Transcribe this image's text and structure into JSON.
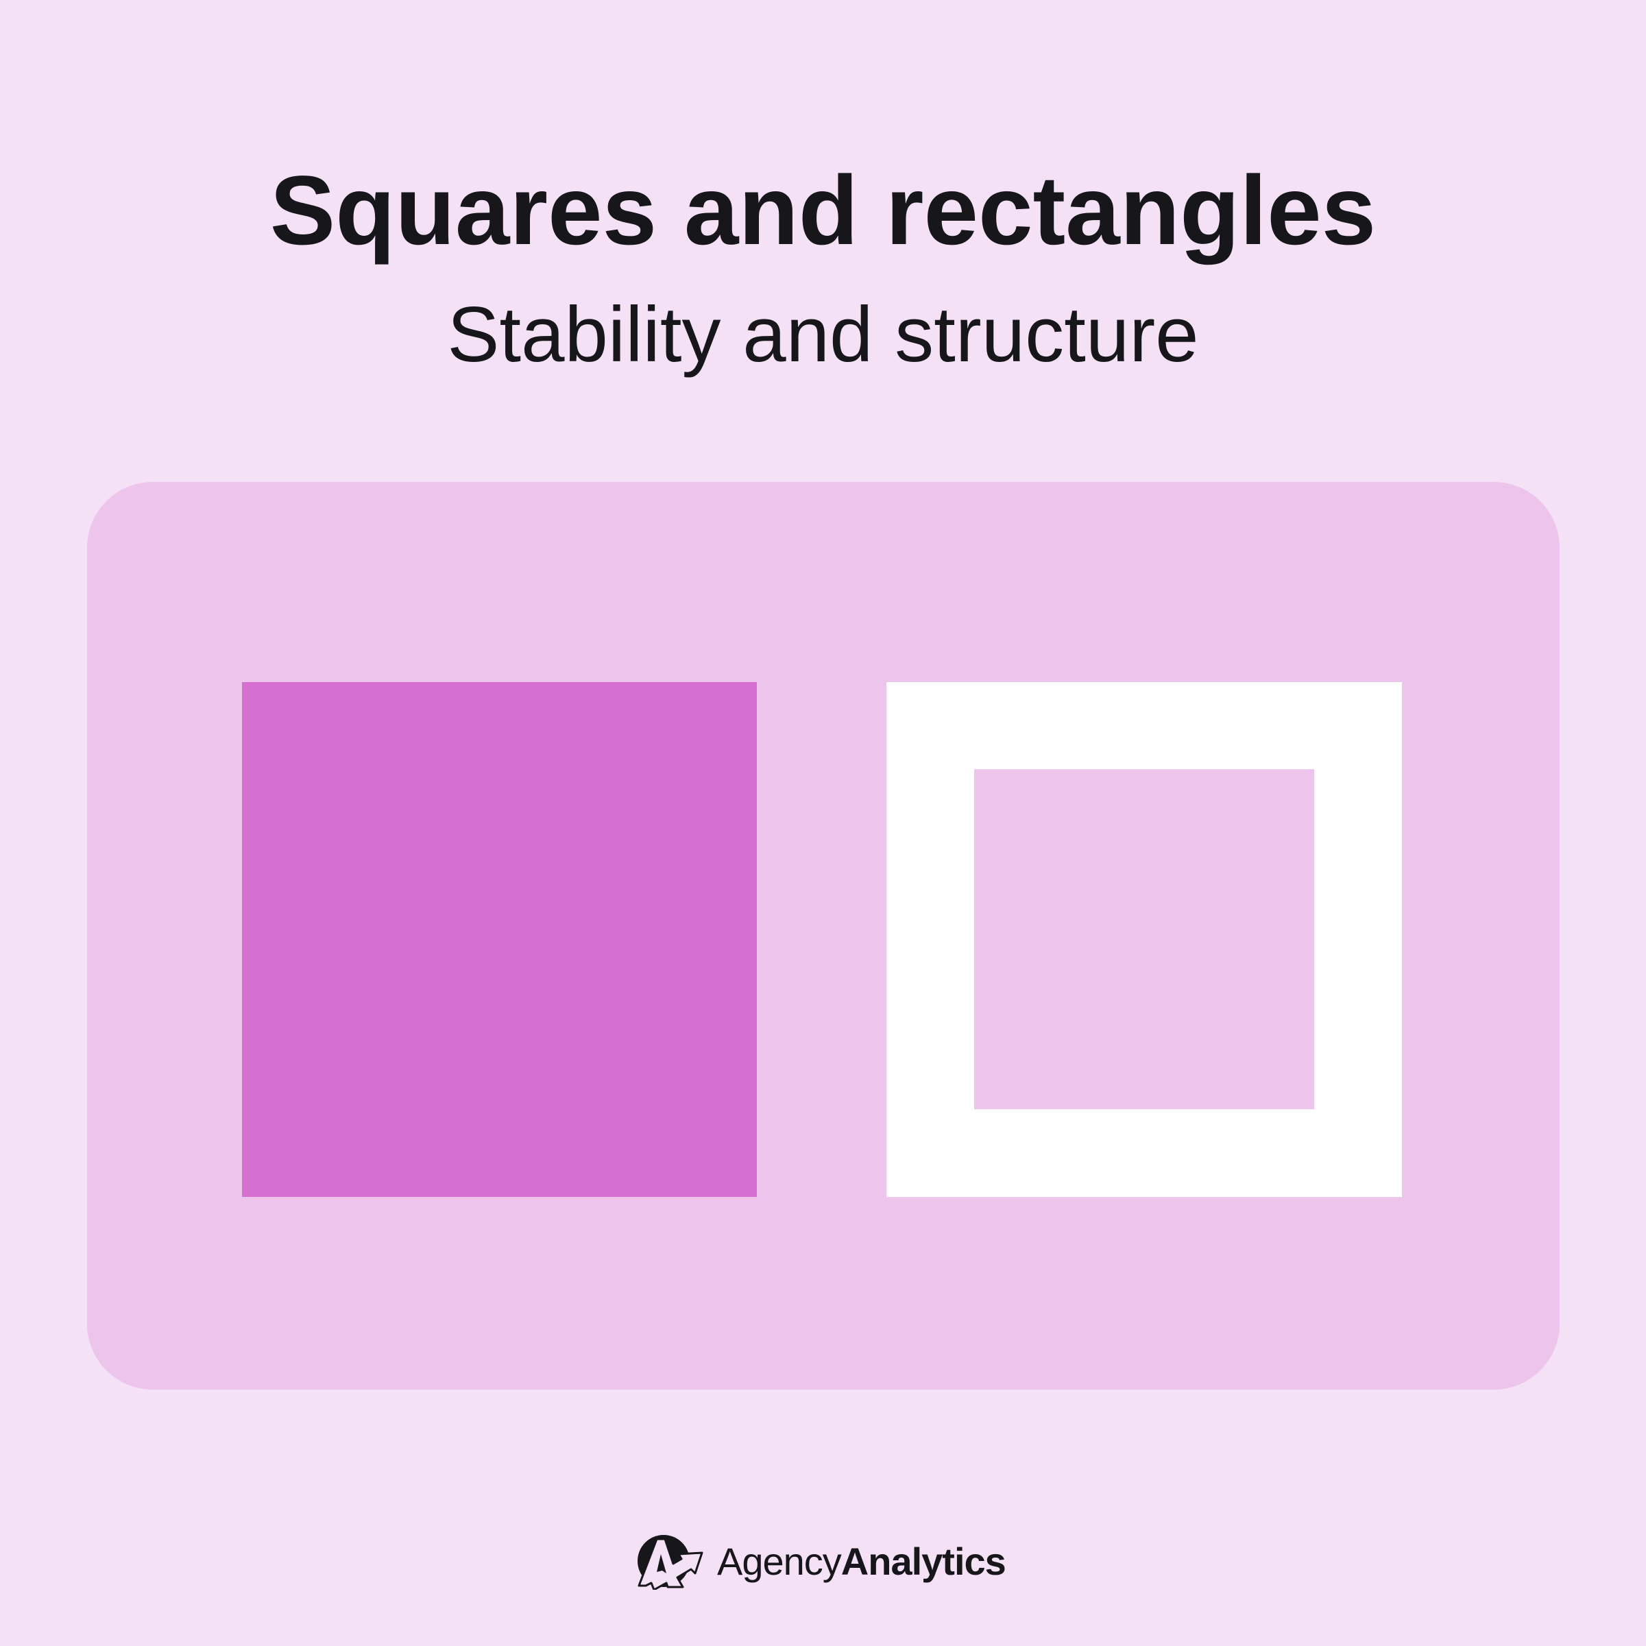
{
  "header": {
    "title": "Squares and rectangles",
    "subtitle": "Stability and structure"
  },
  "illustration": {
    "shapes": [
      {
        "kind": "filled-square",
        "color": "#d56fd0"
      },
      {
        "kind": "outlined-square",
        "color": "#ffffff",
        "inner_color": "#ecc4ec"
      }
    ],
    "card_color": "#ecc4ec"
  },
  "colors": {
    "background": "#f4e1f5",
    "card": "#ecc4ec",
    "accent": "#d56fd0",
    "text": "#16161b"
  },
  "brand": {
    "icon": "agency-analytics-logo-icon",
    "name_light": "Agency",
    "name_bold": "Analytics"
  }
}
